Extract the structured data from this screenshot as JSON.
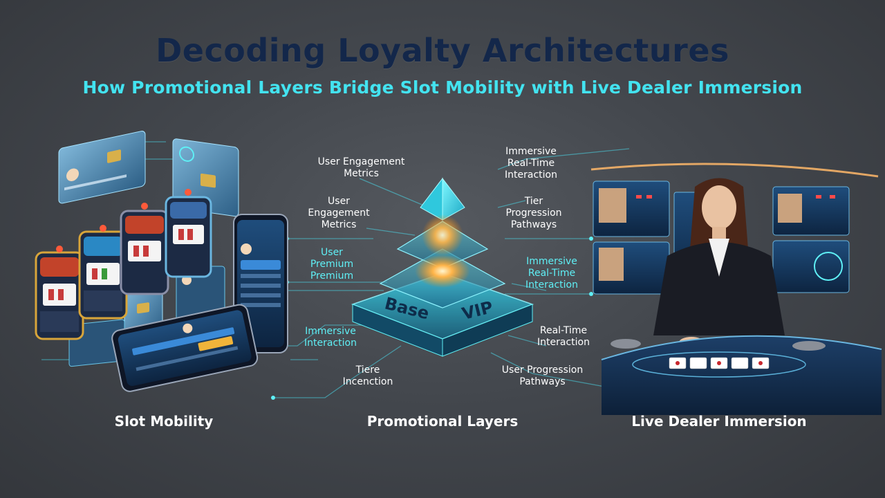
{
  "title": "Decoding Loyalty Architectures",
  "subtitle": "How Promotional Layers Bridge Slot Mobility with Live Dealer Immersion",
  "pyramid": {
    "base_label": "Base",
    "vip_label": "VIP"
  },
  "left_labels": [
    {
      "text": "User Engagement\nMetrics",
      "color": "white"
    },
    {
      "text": "User\nEngagement\nMetrics",
      "color": "white"
    },
    {
      "text": "User\nPremium\nPremium",
      "color": "cyan"
    },
    {
      "text": "Immersive\nInteraction",
      "color": "cyan"
    },
    {
      "text": "Tiere\nIncenction",
      "color": "white"
    }
  ],
  "right_labels": [
    {
      "text": "Immersive\nReal-Time\nInteraction",
      "color": "white"
    },
    {
      "text": "Tier\nProgression\nPathways",
      "color": "white"
    },
    {
      "text": "Immersive\nReal-Time\nInteraction",
      "color": "cyan"
    },
    {
      "text": "Real-Time\nInteraction",
      "color": "white"
    },
    {
      "text": "User Progression\nPathways",
      "color": "white"
    }
  ],
  "sections": {
    "left": "Slot Mobility",
    "center": "Promotional Layers",
    "right": "Live Dealer Immersion"
  },
  "colors": {
    "title": "#13274a",
    "subtitle": "#43e3f0",
    "accent": "#5ff0f6",
    "background": "#45494f"
  }
}
